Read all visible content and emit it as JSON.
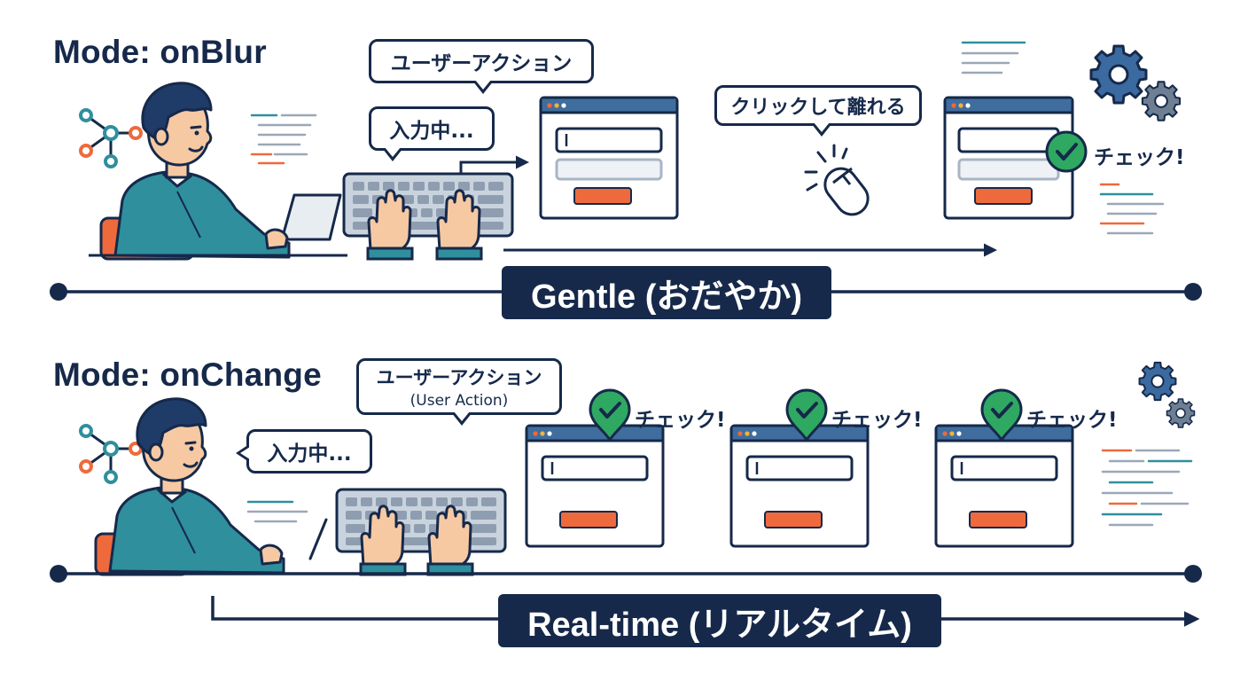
{
  "colors": {
    "navy": "#16294a",
    "teal": "#2f8f9d",
    "orange": "#ee6a3c",
    "green": "#2fa862",
    "gear_blue": "#3a6aa0",
    "gear_gray": "#6e7f93",
    "skin": "#f6c9a3",
    "hair": "#1f3b68",
    "window_blue": "#3f6d9e"
  },
  "on_blur": {
    "title": "Mode: onBlur",
    "bubble_user_action": "ユーザーアクション",
    "bubble_typing": "入力中...",
    "bubble_click_away": "クリックして離れる",
    "check_label": "チェック!",
    "timeline_label": "Gentle (おだやか)"
  },
  "on_change": {
    "title": "Mode: onChange",
    "bubble_user_action": "ユーザーアクション",
    "bubble_user_action_sub": "(User Action)",
    "bubble_typing": "入力中...",
    "checks": [
      {
        "label": "チェック!"
      },
      {
        "label": "チェック!"
      },
      {
        "label": "チェック!"
      }
    ],
    "timeline_label": "Real-time (リアルタイム)"
  },
  "icons": [
    "network-icon",
    "person-icon",
    "laptop-icon",
    "keyboard-icon",
    "browser-window-icon",
    "mouse-icon",
    "gear-icon",
    "check-badge-icon",
    "code-lines-icon"
  ]
}
